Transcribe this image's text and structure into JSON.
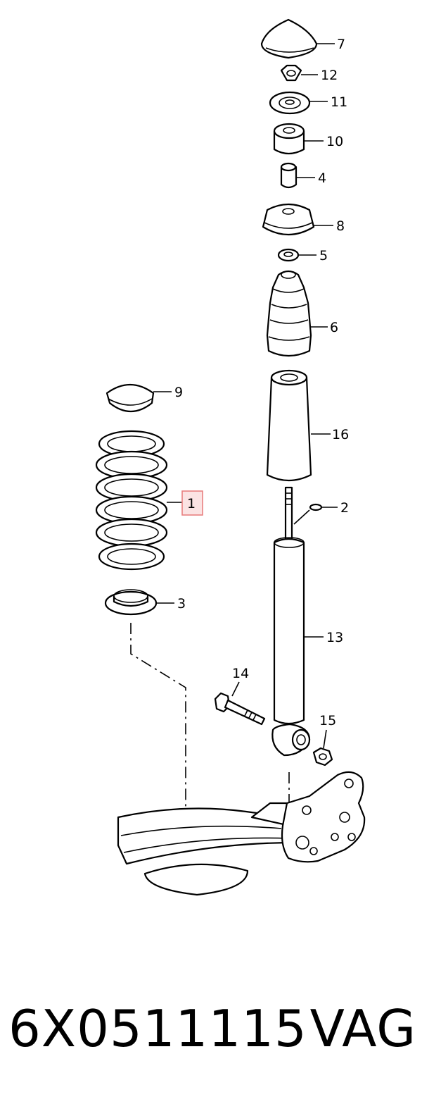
{
  "callouts": {
    "c7": "7",
    "c12": "12",
    "c11": "11",
    "c10": "10",
    "c4": "4",
    "c8": "8",
    "c5": "5",
    "c6": "6",
    "c9": "9",
    "c16": "16",
    "c1": "1",
    "c2": "2",
    "c3": "3",
    "c13": "13",
    "c14": "14",
    "c15": "15"
  },
  "highlight_color": "#e88080",
  "caption": {
    "part_number": "6X0511115",
    "brand": "VAG"
  }
}
